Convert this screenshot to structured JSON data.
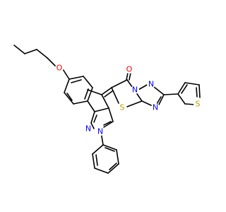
{
  "atoms": {
    "ether_oxygen": "O",
    "carbonyl_oxygen": "O",
    "pyrazole_n1": "N",
    "pyrazole_n2": "N",
    "triazole_n_a": "N",
    "triazole_n_b": "N",
    "triazole_n_c": "N",
    "ring_sulfur": "S",
    "thiophene_sulfur": "S"
  },
  "colors": {
    "bond": "#000000",
    "oxygen": "#ff0000",
    "nitrogen": "#0000ff",
    "sulfur": "#b8a000",
    "background": "#ffffff"
  }
}
